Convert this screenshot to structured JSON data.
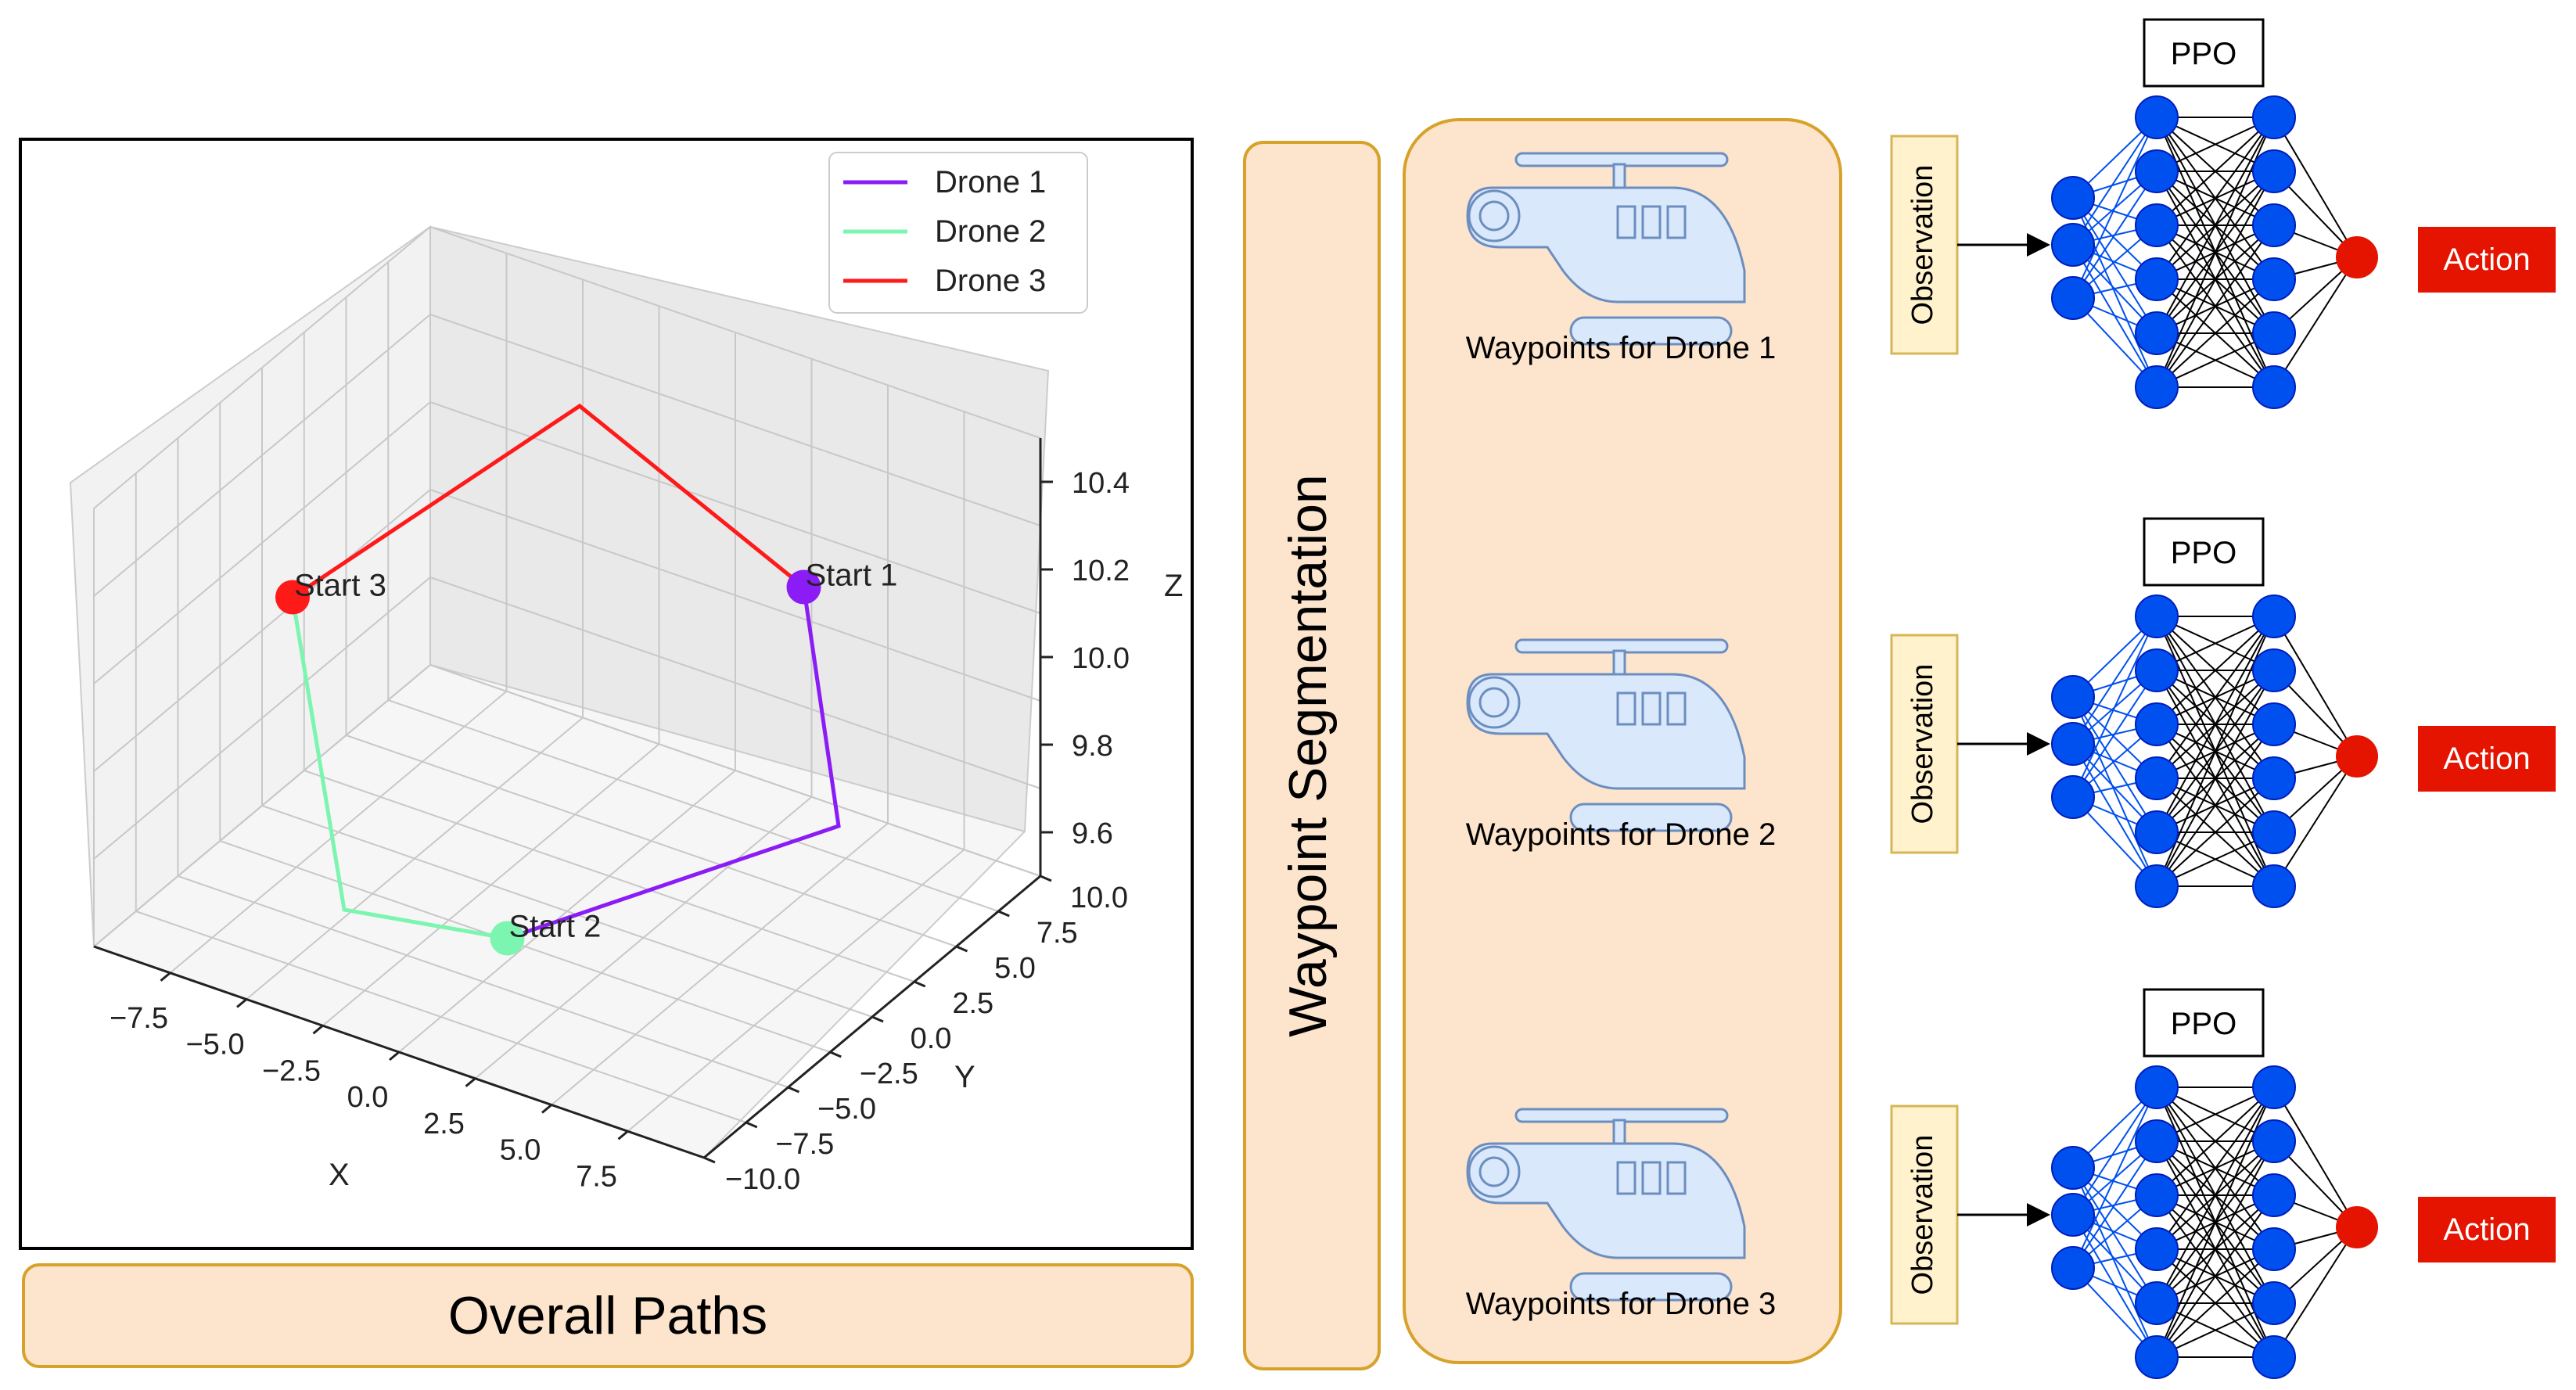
{
  "overall_paths": {
    "label": "Overall Paths",
    "legend": [
      {
        "name": "Drone 1",
        "color": "#8b1cf5"
      },
      {
        "name": "Drone 2",
        "color": "#7cf5b0"
      },
      {
        "name": "Drone 3",
        "color": "#ff1a1a"
      }
    ],
    "axes": {
      "x_label": "X",
      "y_label": "Y",
      "z_label": "Z",
      "x_ticks": [
        "−7.5",
        "−5.0",
        "−2.5",
        "0.0",
        "2.5",
        "5.0",
        "7.5"
      ],
      "y_ticks": [
        "−10.0",
        "−7.5",
        "−5.0",
        "−2.5",
        "0.0",
        "2.5",
        "5.0",
        "7.5",
        "10.0"
      ],
      "z_ticks": [
        "9.6",
        "9.8",
        "10.0",
        "10.2",
        "10.4"
      ]
    },
    "start_labels": [
      "Start 1",
      "Start 2",
      "Start 3"
    ]
  },
  "segmentation": {
    "label": "Waypoint Segmentation",
    "drones": [
      {
        "label": "Waypoints for Drone 1"
      },
      {
        "label": "Waypoints for Drone 2"
      },
      {
        "label": "Waypoints for Drone 3"
      }
    ]
  },
  "policies": [
    {
      "title": "PPO",
      "input": "Observation",
      "output": "Action"
    },
    {
      "title": "PPO",
      "input": "Observation",
      "output": "Action"
    },
    {
      "title": "PPO",
      "input": "Observation",
      "output": "Action"
    }
  ],
  "colors": {
    "panel_fill": "#fde4cc",
    "panel_border": "#d6a22a",
    "obs_fill": "#fff2cc",
    "obs_border": "#d6b656",
    "action_fill": "#e51400",
    "neuron": "#0050ef",
    "output_neuron": "#e51400",
    "helicopter": "#dae8fc",
    "helicopter_stroke": "#6c8ebf"
  },
  "chart_data": {
    "type": "line",
    "title": "",
    "xlabel": "X",
    "ylabel": "Y",
    "zlabel": "Z",
    "xlim": [
      -10,
      10
    ],
    "ylim": [
      -10,
      10
    ],
    "zlim": [
      9.5,
      10.5
    ],
    "grid": true,
    "legend_position": "top-right",
    "series": [
      {
        "name": "Drone 1",
        "color": "#8b1cf5",
        "points": [
          [
            5.0,
            5.0,
            10.2
          ],
          [
            10.0,
            -2.0,
            10.0
          ],
          [
            3.0,
            -9.0,
            9.8
          ]
        ]
      },
      {
        "name": "Drone 2",
        "color": "#7cf5b0",
        "points": [
          [
            3.0,
            -9.0,
            9.8
          ],
          [
            -4.0,
            -6.0,
            9.6
          ],
          [
            -9.0,
            0.0,
            10.0
          ]
        ]
      },
      {
        "name": "Drone 3",
        "color": "#ff1a1a",
        "points": [
          [
            -9.0,
            0.0,
            10.0
          ],
          [
            -4.0,
            8.0,
            10.3
          ],
          [
            5.0,
            5.0,
            10.2
          ]
        ]
      }
    ]
  }
}
